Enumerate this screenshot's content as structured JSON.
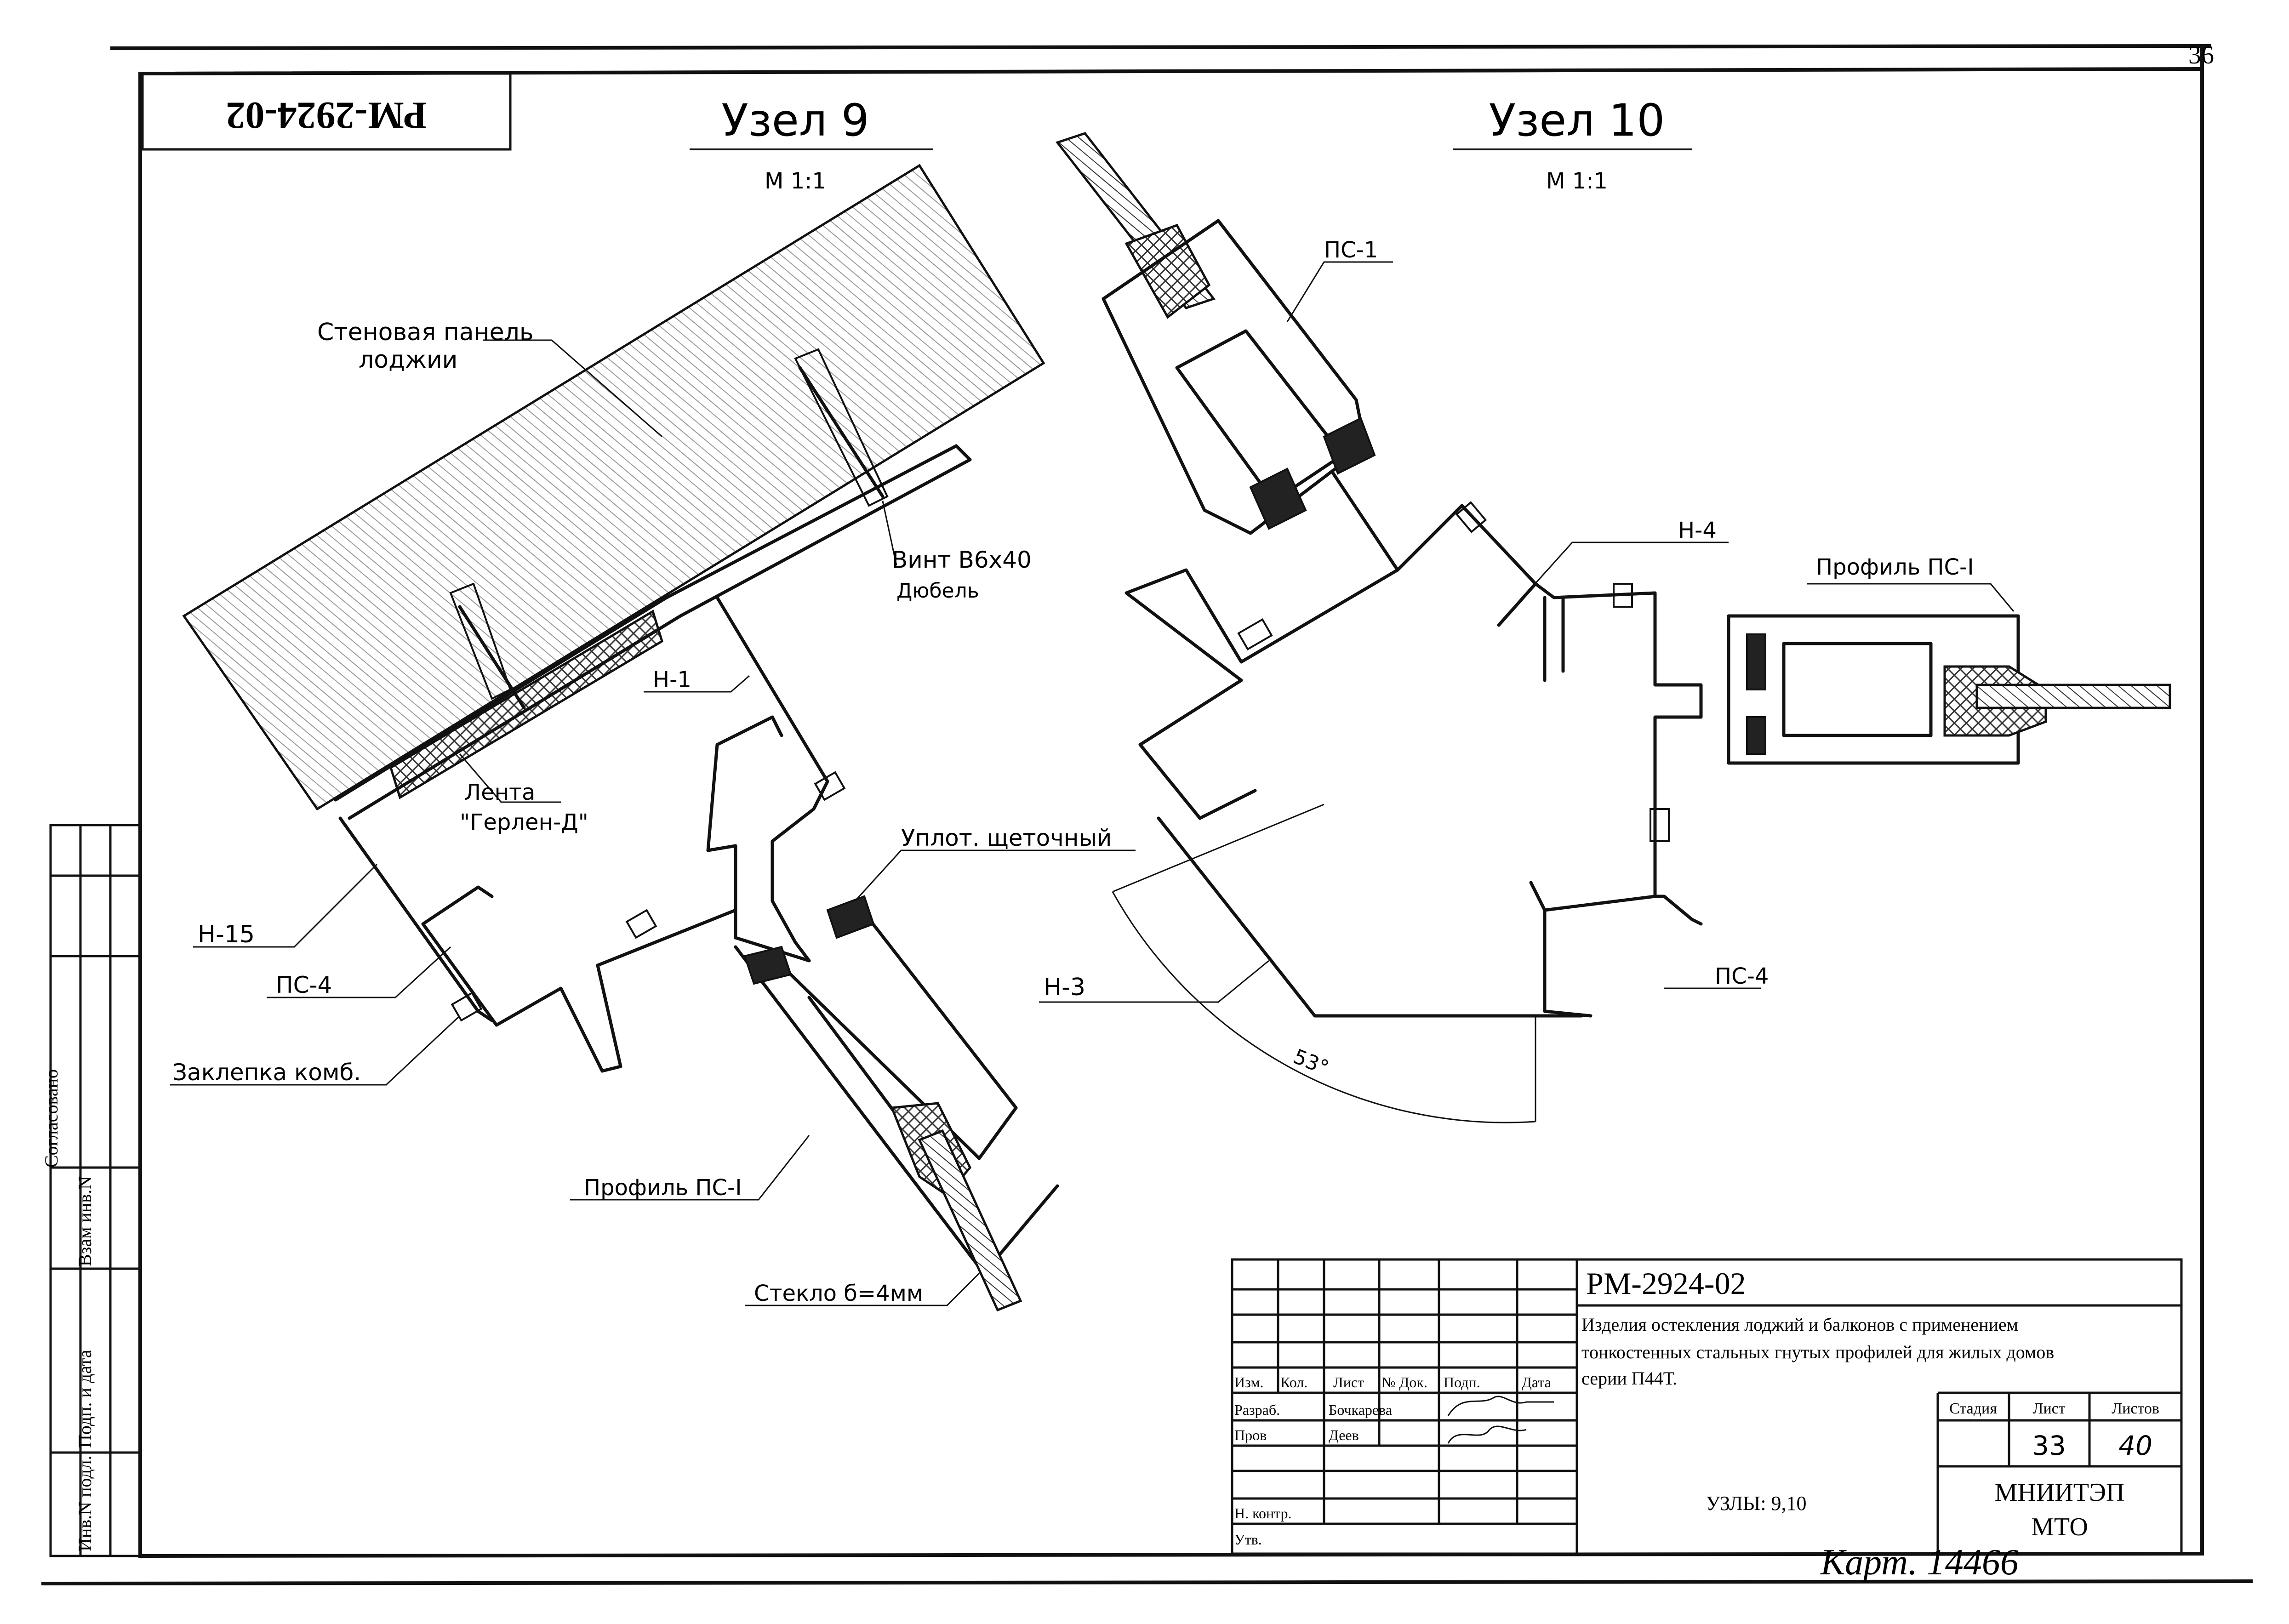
{
  "sheet_number": "36",
  "doc_code_stamp": "РМ-2924-02",
  "side_stamp": {
    "agreed": "Согласовано",
    "swap_inv": "Взам инв.N",
    "sign_date": "Подп. и дата",
    "inv_orig": "Инв.N подл."
  },
  "node9": {
    "title": "Узел 9",
    "scale": "М 1:1",
    "labels": {
      "wall_panel_1": "Стеновая панель",
      "wall_panel_2": "лоджии",
      "screw_1": "Винт В6х40",
      "screw_2": "Дюбель",
      "n1": "Н-1",
      "tape_1": "Лента",
      "tape_2": "\"Герлен-Д\"",
      "brush_seal": "Уплот. щеточный",
      "n15": "Н-15",
      "ps4": "ПС-4",
      "rivet": "Заклепка комб.",
      "profile": "Профиль ПС-I",
      "glass": "Стекло б=4мм"
    }
  },
  "node10": {
    "title": "Узел 10",
    "scale": "М 1:1",
    "labels": {
      "ps1": "ПС-1",
      "n4": "Н-4",
      "profile": "Профиль ПС-I",
      "n3": "Н-3",
      "ps4": "ПС-4",
      "angle": "53°"
    }
  },
  "title_block": {
    "code": "РМ-2924-02",
    "description_1": "Изделия остекления лоджий и балконов с применением",
    "description_2": "тонкостенных стальных гнутых профилей для жилых домов",
    "description_3": "серии П44Т.",
    "col_headers": [
      "Изм.",
      "Кол.",
      "Лист",
      "№ Док.",
      "Подп.",
      "Дата"
    ],
    "roles": [
      "Разраб.",
      "Пров",
      "",
      "",
      "Н. контр.",
      "Утв."
    ],
    "names": [
      "Бочкарева",
      "Деев"
    ],
    "stage_label": "Стадия",
    "sheet_label": "Лист",
    "sheets_label": "Листов",
    "sheet_value": "33",
    "sheets_value": "40",
    "drawing_name": "УЗЛЫ: 9,10",
    "org_1": "МНИИТЭП",
    "org_2": "МТО",
    "handwritten_note": "Карт. 14466"
  }
}
